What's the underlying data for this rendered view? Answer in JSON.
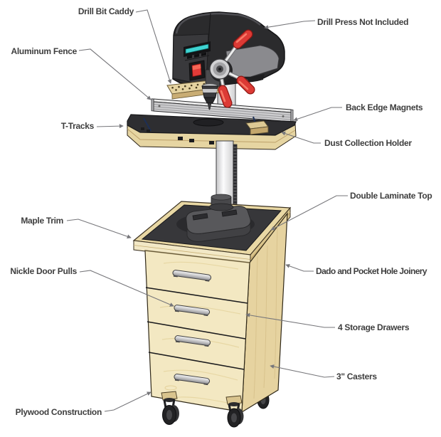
{
  "labels": {
    "drill_bit_caddy": "Drill Bit Caddy",
    "drill_press_not_included": "Drill Press Not Included",
    "aluminum_fence": "Aluminum Fence",
    "t_tracks": "T-Tracks",
    "back_edge_magnets": "Back Edge Magnets",
    "dust_collection_holder": "Dust Collection Holder",
    "double_laminate_top": "Double Laminate Top",
    "maple_trim": "Maple Trim",
    "nickle_door_pulls": "Nickle Door Pulls",
    "dado_and_pocket_hole_joinery": "Dado and Pocket Hole Joinery",
    "storage_drawers": "4 Storage Drawers",
    "casters": "3\" Casters",
    "plywood_construction": "Plywood Construction"
  },
  "colors": {
    "label_text": "#3e3e3e",
    "leader_line": "#76767a",
    "plywood_light": "#f3e8c2",
    "plywood_side": "#e6d3a0",
    "maple_trim": "#e9d8a4",
    "mat_black": "#37373a",
    "machine_dark": "#2b2b2d",
    "machine_gray": "#8a8a8e",
    "handle_red": "#dc3a35",
    "display_cyan": "#3fd4d2",
    "nickel": "#c9c9c9",
    "fence_aluminum": "#ececec"
  }
}
